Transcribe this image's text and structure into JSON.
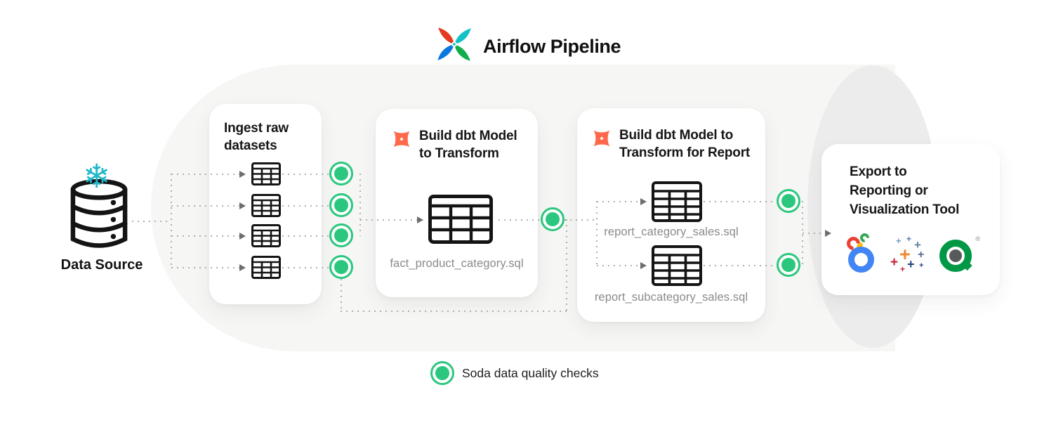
{
  "header": {
    "title": "Airflow Pipeline"
  },
  "pipeline": {
    "data_source": {
      "label": "Data Source",
      "snowflake_glyph": "❄",
      "icons": [
        "snowflake-icon",
        "database-icon"
      ]
    },
    "ingest_card": {
      "title_lines": [
        "Ingest raw",
        "datasets"
      ],
      "table_icons": 4
    },
    "dbt_transform_card": {
      "title_lines": [
        "Build dbt Model",
        "to Transform"
      ],
      "file": "fact_product_category.sql"
    },
    "dbt_report_card": {
      "title_lines": [
        "Build dbt Model to",
        "Transform for Report"
      ],
      "files": [
        "report_category_sales.sql",
        "report_subcategory_sales.sql"
      ]
    },
    "export_card": {
      "title_lines": [
        "Export to",
        "Reporting or",
        "Visualization Tool"
      ],
      "tools": [
        "looker-icon",
        "tableau-icon",
        "qlik-icon"
      ],
      "qlik_registered_mark": "®"
    }
  },
  "legend": {
    "label": "Soda data quality checks"
  },
  "colors": {
    "soda_green": "#2BC77E",
    "snowflake_teal": "#1FB7C9",
    "dbt_orange": "#FF694B",
    "capsule_gray": "#F6F6F5",
    "ellipse_gray": "#EDECEC"
  }
}
